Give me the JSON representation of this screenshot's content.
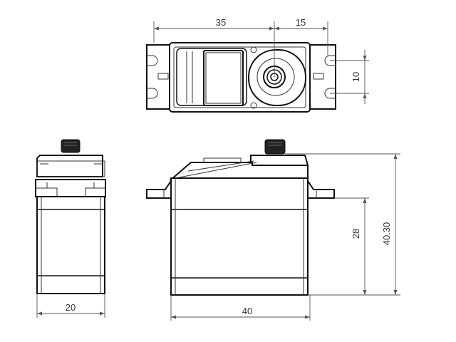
{
  "colors": {
    "line": "#111111",
    "dimension": "#555555",
    "background": "#ffffff"
  },
  "dimensions": {
    "top_body_width": "35",
    "top_right_offset": "15",
    "mount_hole_spacing": "10",
    "side_width": "20",
    "front_width": "40",
    "mount_height": "28",
    "total_height": "40.30"
  }
}
